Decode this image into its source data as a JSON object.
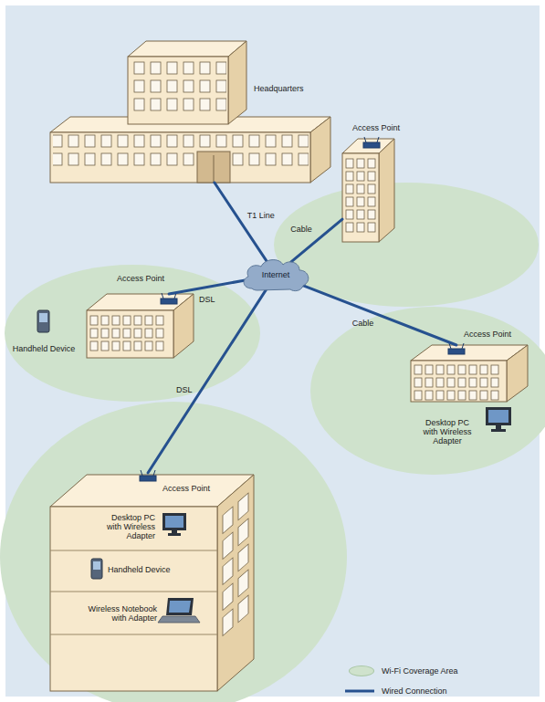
{
  "diagram": {
    "nodes": [
      {
        "text": [
          "Headquarters"
        ]
      },
      {
        "text": [
          "Access Point"
        ]
      },
      {
        "text": [
          "Access Point"
        ]
      },
      {
        "text": [
          "Internet"
        ]
      },
      {
        "text": [
          "Access Point"
        ]
      },
      {
        "text": [
          "Access Point"
        ]
      }
    ],
    "edges": [
      {
        "from": 0,
        "to": 3,
        "arrow": "none",
        "label": "T1 Line"
      },
      {
        "from": 1,
        "to": 3,
        "arrow": "none",
        "label": "Cable"
      },
      {
        "from": 2,
        "to": 3,
        "arrow": "none",
        "label": "DSL"
      },
      {
        "from": 4,
        "to": 3,
        "arrow": "none",
        "label": "Cable"
      },
      {
        "from": 5,
        "to": 3,
        "arrow": "none",
        "label": "DSL"
      }
    ],
    "labels": [
      "Handheld Device",
      "Desktop PC with Wireless Adapter",
      "Desktop PC with Wireless Adapter",
      "Handheld Device",
      "Wireless Notebook with Adapter"
    ],
    "legend": [
      {
        "text": "Wi-Fi Coverage Area",
        "color": "#cfe2cc"
      },
      {
        "text": "Wired Connection"
      }
    ]
  }
}
